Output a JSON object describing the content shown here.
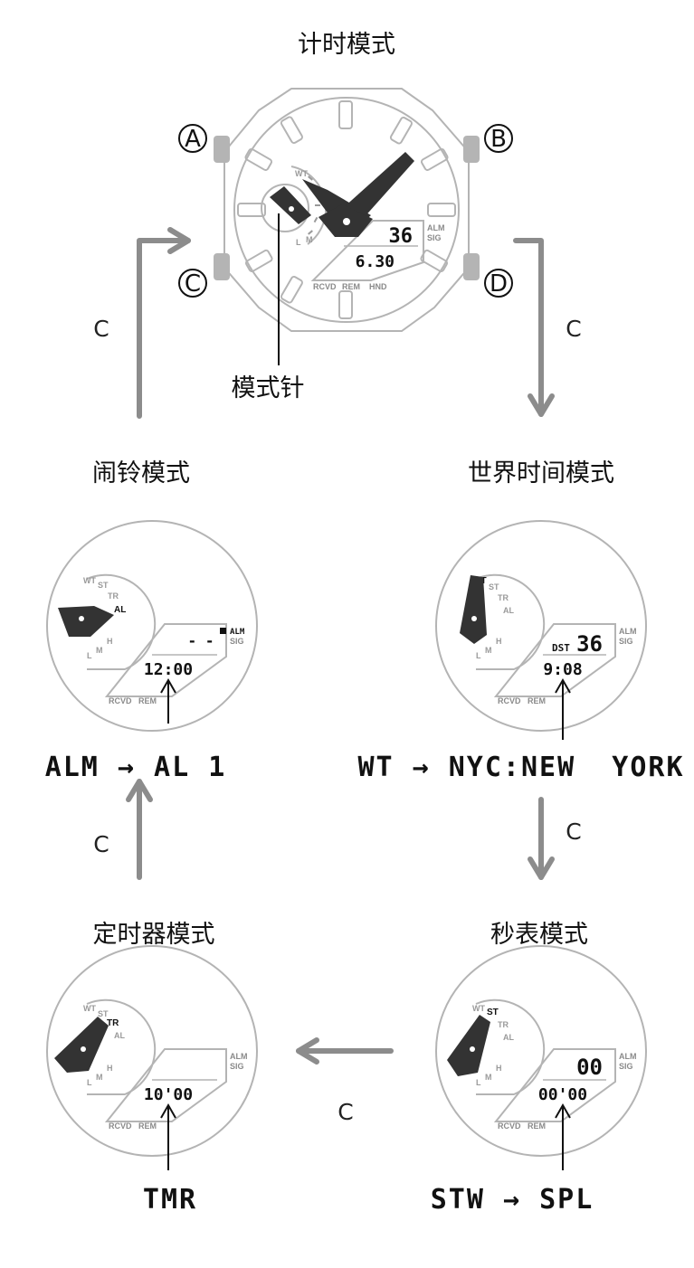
{
  "modes": {
    "timekeeping": {
      "title": "计时模式",
      "day": "36",
      "date": "6.30",
      "indicators": [
        "ALM",
        "SIG"
      ],
      "bottom_labels": [
        "RCVD",
        "REM",
        "HND"
      ]
    },
    "alarm": {
      "title": "闹铃模式",
      "upper": "- -",
      "lower": "12:00",
      "code": "ALM → AL 1"
    },
    "world_time": {
      "title": "世界时间模式",
      "dst": "DST",
      "upper": "36",
      "lower": "9:08",
      "code": "WT → NYC:NEW  YORK"
    },
    "timer": {
      "title": "定时器模式",
      "lower": "10'00",
      "code": "TMR"
    },
    "stopwatch": {
      "title": "秒表模式",
      "upper": "00",
      "lower": "00'00",
      "code": "STW → SPL"
    }
  },
  "buttons": {
    "a": "A",
    "b": "B",
    "c": "C",
    "d": "D"
  },
  "mode_hand_label": "模式针",
  "cycle_button_label": "C",
  "ring_labels": {
    "wt": "WT",
    "st": "ST",
    "tr": "TR",
    "al": "AL",
    "l": "L",
    "m": "M",
    "h": "H"
  },
  "indicator_labels": {
    "alm": "ALM",
    "sig": "SIG",
    "rcvd": "RCVD",
    "rem": "REM",
    "hnd": "HND"
  }
}
